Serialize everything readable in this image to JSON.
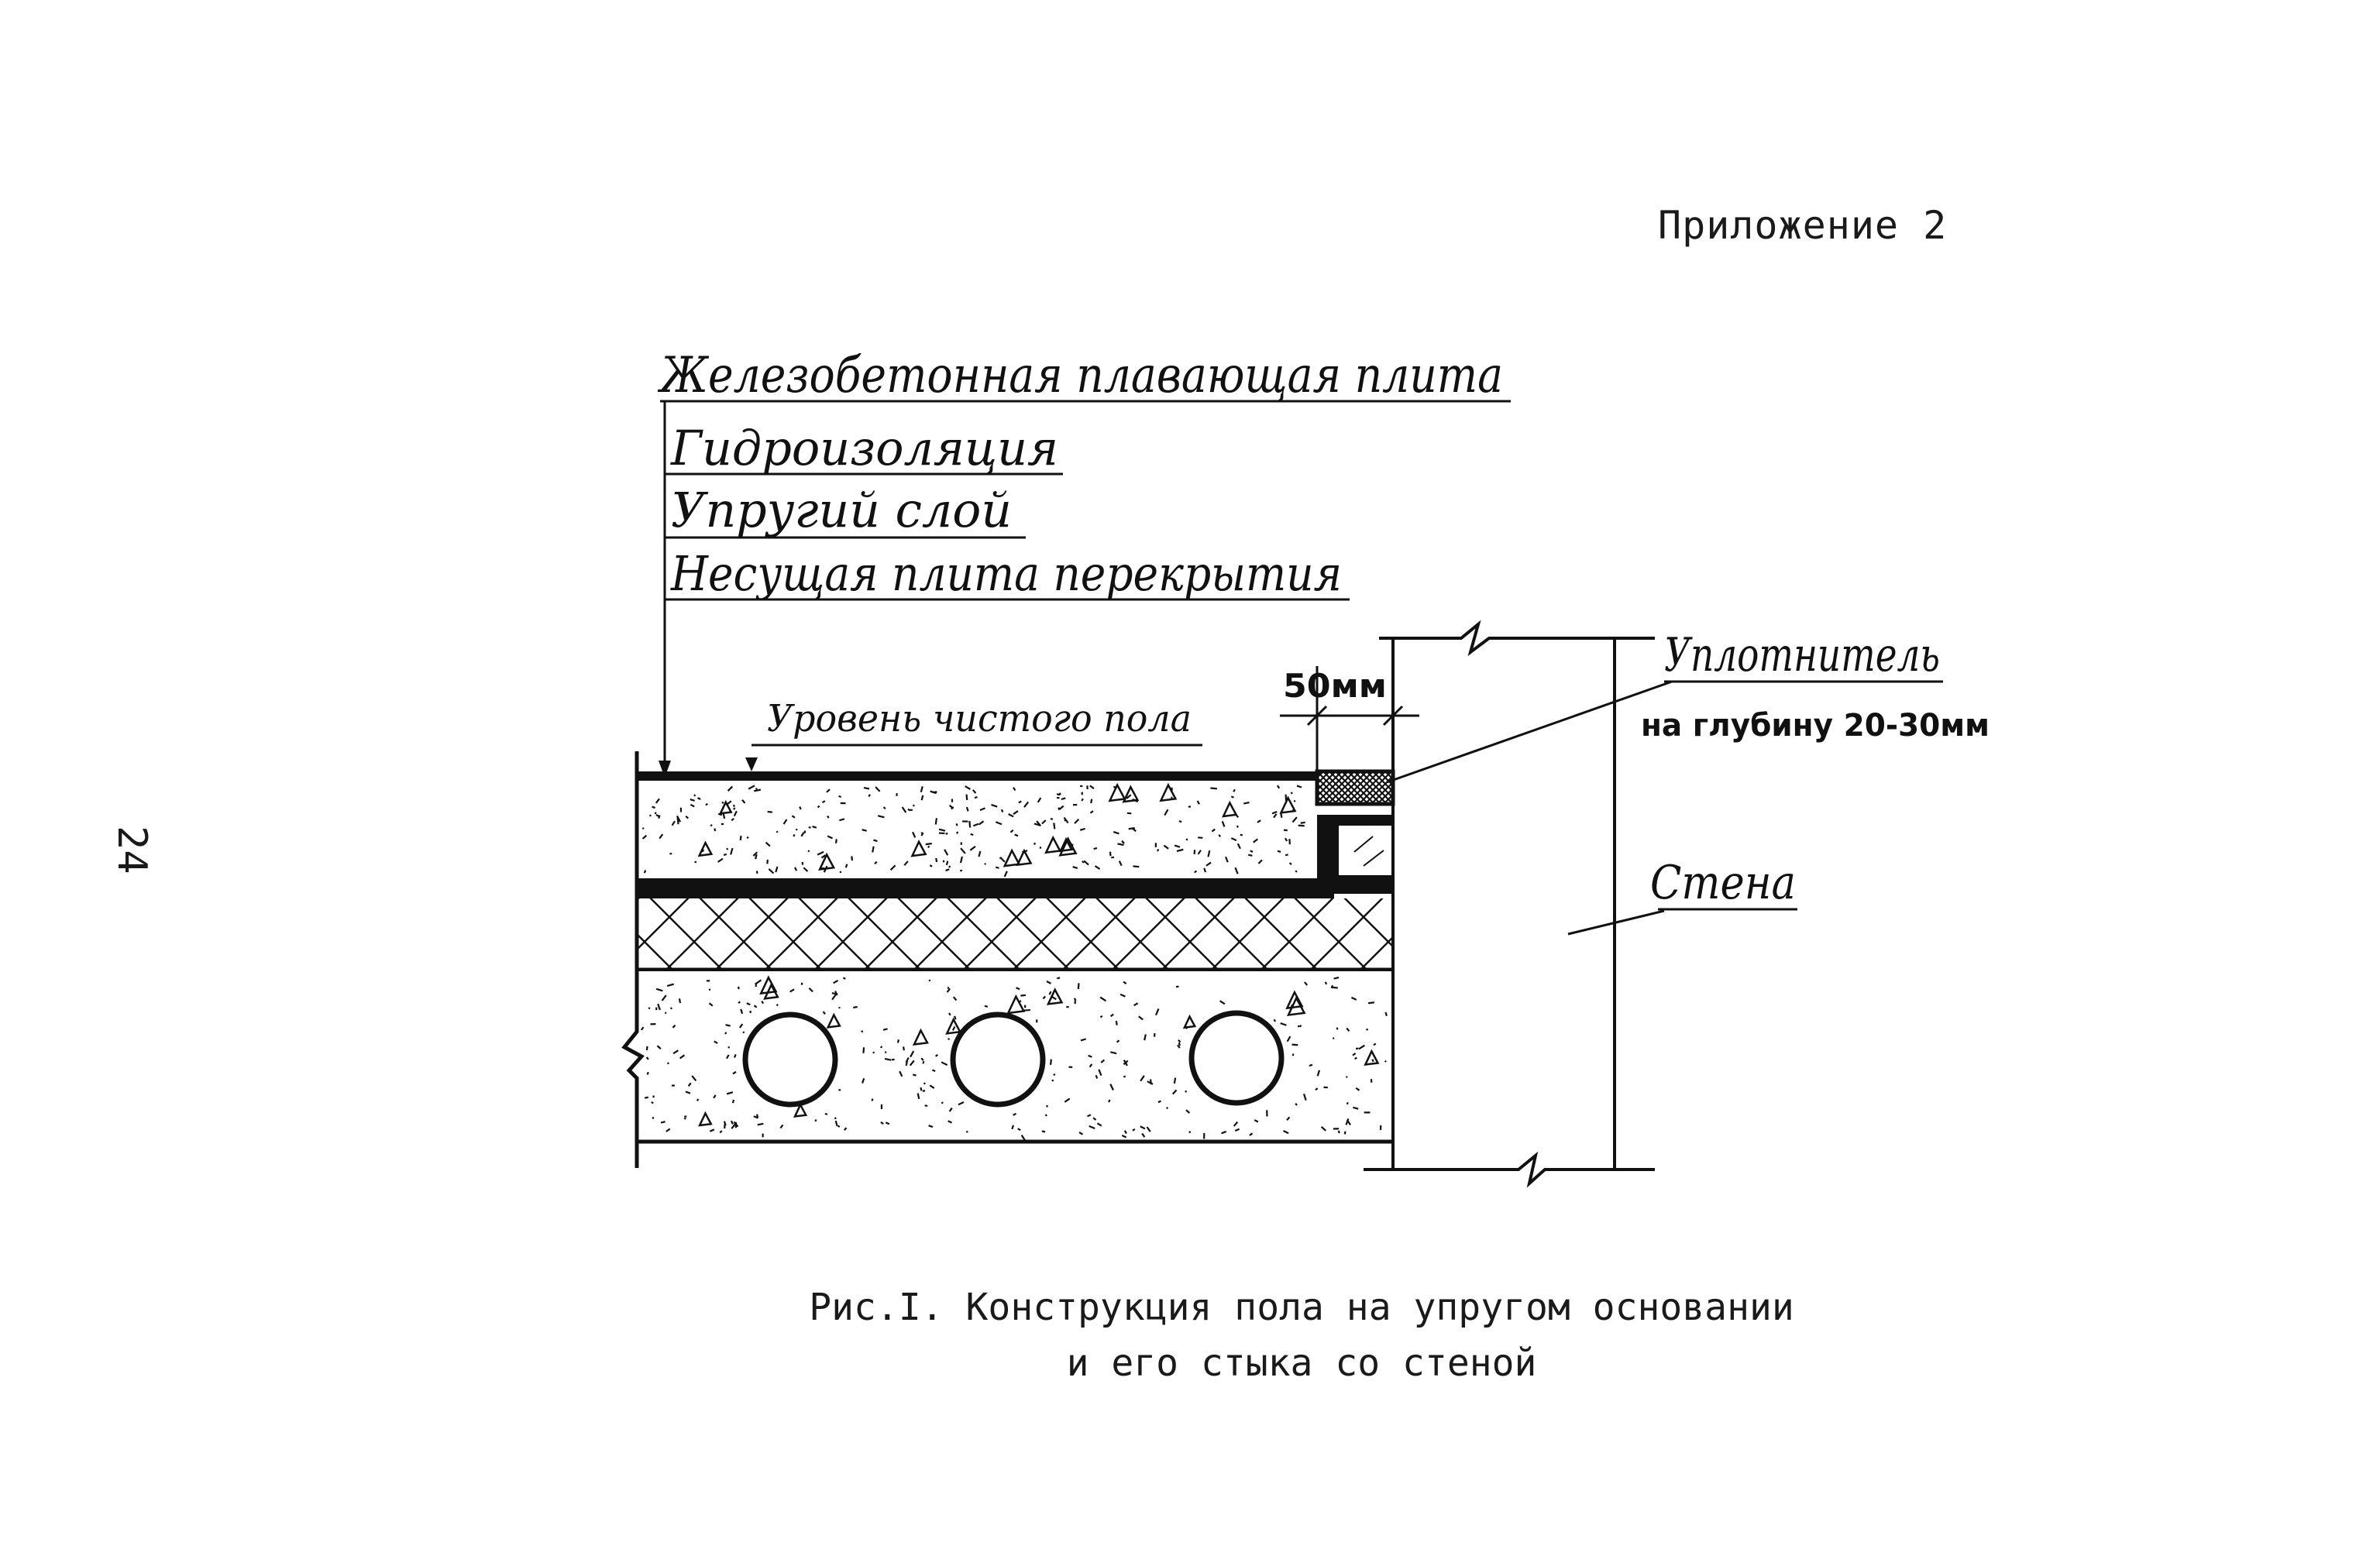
{
  "header": {
    "appendix": "Приложение 2"
  },
  "page_number": "24",
  "labels": {
    "floating_slab": "Железобетонная плавающая плита",
    "waterproofing": "Гидроизоляция",
    "elastic_layer": "Упругий слой",
    "bearing_slab": "Несущая плита перекрытия",
    "clean_floor_level": "Уровень чистого пола",
    "gap_dimension": "50мм",
    "sealant": "Уплотнитель",
    "sealant_depth": "на глубину 20-30мм",
    "wall": "Стена"
  },
  "caption": {
    "line1": "Рис.I. Конструкция пола на упругом основании",
    "line2": "и его стыка со стеной"
  },
  "colors": {
    "ink": "#111111",
    "paper": "#ffffff"
  }
}
